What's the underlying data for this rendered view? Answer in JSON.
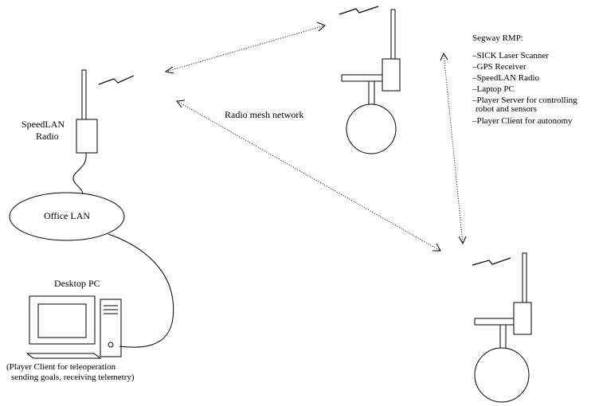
{
  "diagram": {
    "radio_label": [
      "SpeedLAN",
      "Radio"
    ],
    "office_lan_label": "Office LAN",
    "desktop_label": "Desktop PC",
    "desktop_caption": [
      "(Player Client for teleoperation",
      "sending goals, receiving telemetry)"
    ],
    "mesh_label": "Radio mesh network",
    "segway_title": "Segway RMP:",
    "segway_items": [
      "–SICK Laser Scanner",
      "–GPS Receiver",
      "–SpeedLAN Radio",
      "–Laptop PC",
      "–Player Server for controlling",
      " robot and sensors",
      "–Player Client for autonomy"
    ]
  }
}
